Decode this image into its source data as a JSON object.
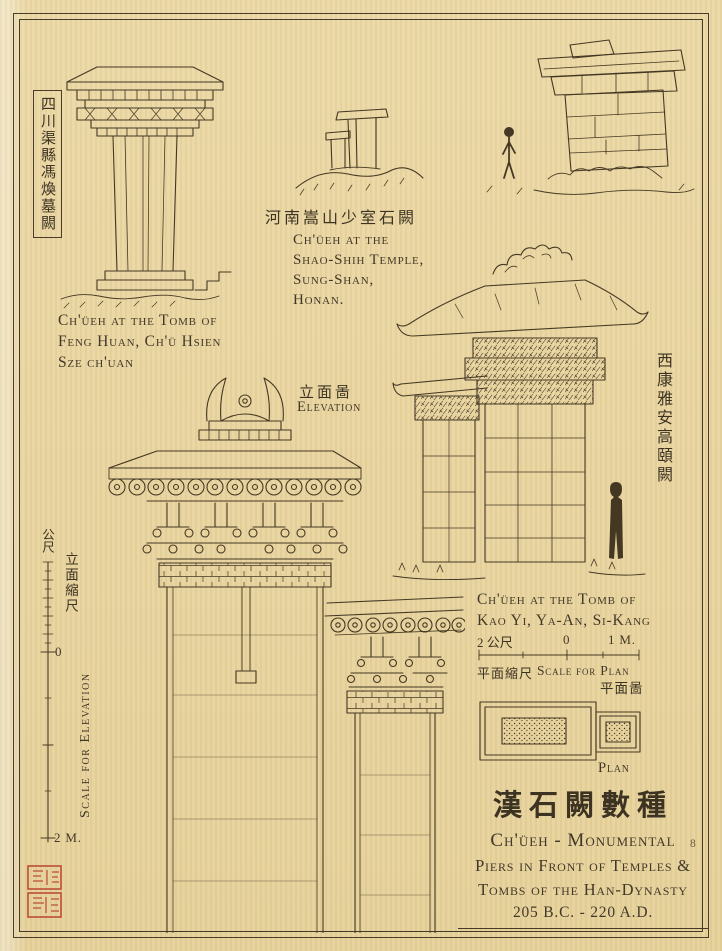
{
  "colors": {
    "paper": "#e9d5a0",
    "ink": "#423828",
    "seal_red": "#b8402e"
  },
  "page_number": "8",
  "figures": {
    "feng_huan": {
      "chinese": "四川渠縣馮煥墓闕",
      "caption_line1": "Ch'üeh at the Tomb of",
      "caption_line2": "Feng Huan, Ch'ü Hsien",
      "caption_line3": "Sze ch'uan"
    },
    "shao_shih": {
      "chinese": "河南嵩山少室石闕",
      "caption_line1": "Ch'üeh at the",
      "caption_line2": "Shao-Shih Temple,",
      "caption_line3": "Sung-Shan,",
      "caption_line4": "Honan."
    },
    "kao_yi": {
      "chinese": "西康雅安高頤闕",
      "caption_line1": "Ch'üeh at the Tomb of",
      "caption_line2": "Kao Yi, Ya-An, Si-Kang"
    },
    "elevation": {
      "chinese": "立面啚",
      "label": "Elevation"
    },
    "plan": {
      "chinese": "平面啚",
      "label": "Plan"
    }
  },
  "scales": {
    "elevation": {
      "unit_chinese": "公尺",
      "chinese": "立面縮尺",
      "label": "Scale for Elevation",
      "zero": "0",
      "end": "2 M."
    },
    "plan": {
      "left": "2 公尺",
      "zero": "0",
      "right": "1 M.",
      "chinese": "平面縮尺",
      "label": "Scale for Plan"
    }
  },
  "title_block": {
    "chinese": "漢石闕數種",
    "line1": "Ch'üeh - Monumental",
    "line2": "Piers in Front of Temples &",
    "line3": "Tombs of the Han-Dynasty",
    "dates": "205 B.C. - 220 A.D."
  }
}
